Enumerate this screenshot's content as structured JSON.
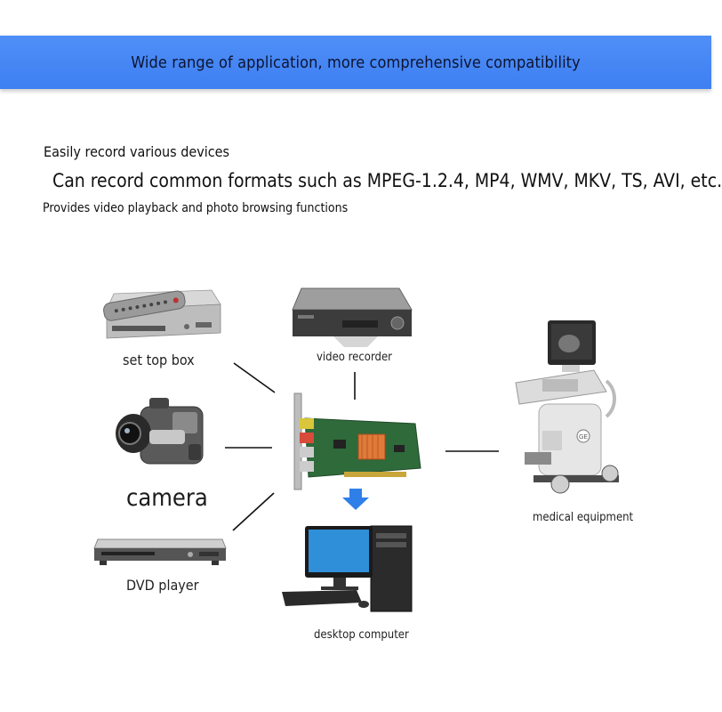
{
  "banner": {
    "title": "Wide range of application, more comprehensive compatibility"
  },
  "features": [
    "Easily record various devices",
    "Can record common formats such as MPEG-1.2.4, MP4, WMV, MKV, TS, AVI, etc.",
    "Provides video playback and photo browsing functions"
  ],
  "devices": {
    "set_top_box": "set top box",
    "video_recorder": "video recorder",
    "camera": "camera",
    "dvd_player": "DVD player",
    "medical_equipment": "medical equipment",
    "desktop_computer": "desktop computer"
  },
  "colors": {
    "banner": "#4285f4",
    "arrow": "#2f7fe8",
    "pcb": "#2f6a3a"
  }
}
